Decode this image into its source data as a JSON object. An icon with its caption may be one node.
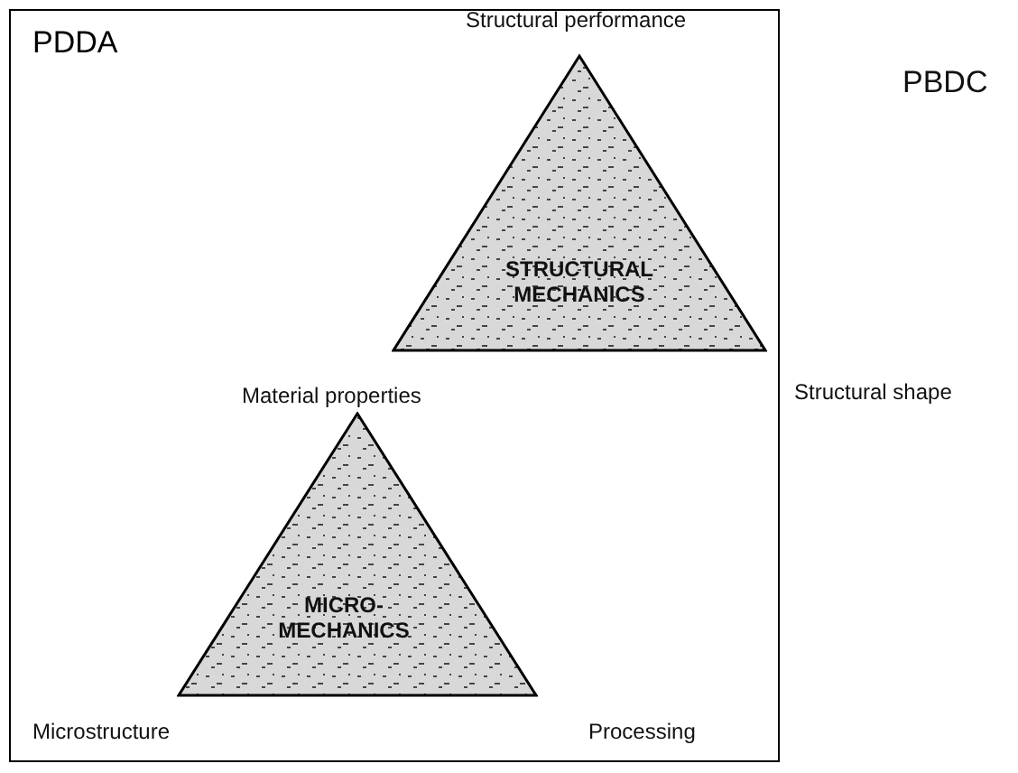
{
  "diagram": {
    "nodes": [
      {
        "text": [
          "PDDA"
        ]
      },
      {
        "text": [
          "STRUCTURAL MECHANICS"
        ],
        "in": 0
      },
      {
        "text": [
          "MICRO-MECHANICS"
        ],
        "in": 0
      }
    ],
    "edges": [],
    "labels": [
      "Structural performance",
      "PBDC",
      "Material properties",
      "Structural shape",
      "Microstructure",
      "Processing"
    ]
  }
}
